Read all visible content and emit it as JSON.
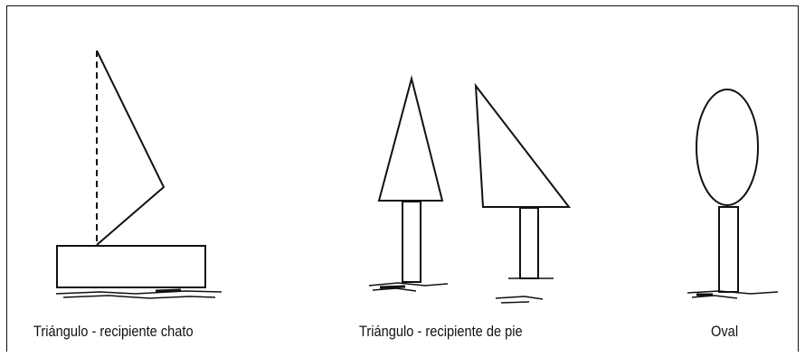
{
  "figures": [
    {
      "id": "chato",
      "caption": "Triángulo - recipiente chato"
    },
    {
      "id": "pie",
      "caption": "Triángulo - recipiente de pie"
    },
    {
      "id": "oval",
      "caption": "Oval"
    }
  ],
  "colors": {
    "line": "#111111",
    "background": "#ffffff"
  }
}
